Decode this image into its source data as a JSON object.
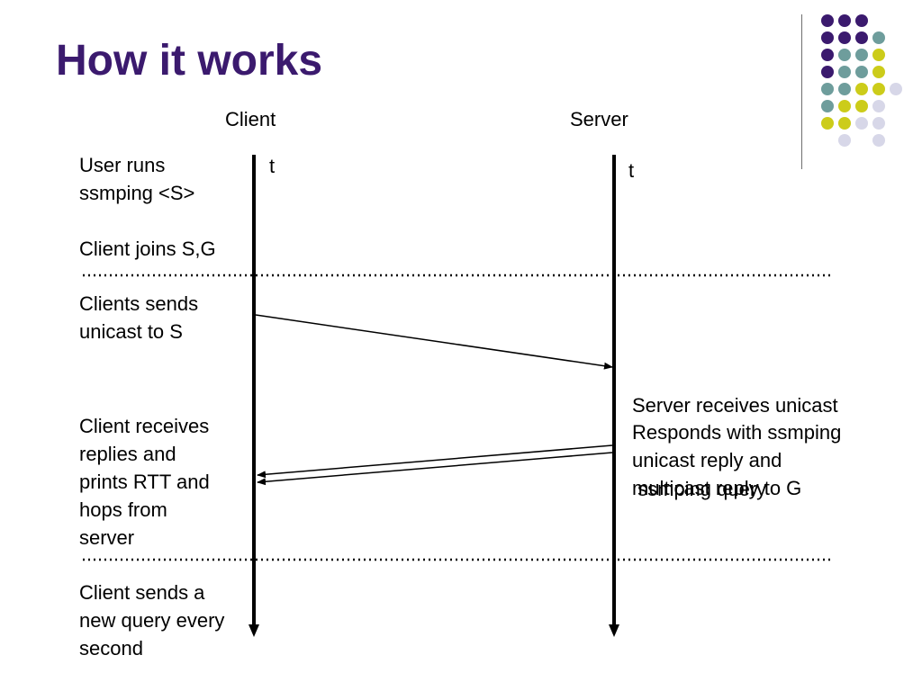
{
  "slide": {
    "title": "How it works",
    "title_color": "#3b1a6e"
  },
  "columns": {
    "client_label": "Client",
    "server_label": "Server",
    "client_time_label": "t",
    "server_time_label": "t"
  },
  "steps": {
    "client_step1": [
      "User runs",
      "ssmping <S>"
    ],
    "client_step2": "Client joins S,G",
    "client_step3": [
      "Clients sends",
      "unicast to S"
    ],
    "server_step1": [
      "Server receives unicast",
      " ssmping query"
    ],
    "server_step2": [
      "Responds with ssmping",
      "unicast reply and",
      "multicast reply to G"
    ],
    "client_step4": [
      "Client receives",
      "replies and",
      "prints RTT and",
      "hops from",
      "server"
    ],
    "client_step5": [
      "Client sends a",
      "new query every",
      "second"
    ]
  },
  "decoration": {
    "dot_colors": {
      "purple": "#3b1a6e",
      "teal": "#6e9d9c",
      "yellow": "#cccc1a",
      "lavender": "#d7d7e8"
    }
  }
}
